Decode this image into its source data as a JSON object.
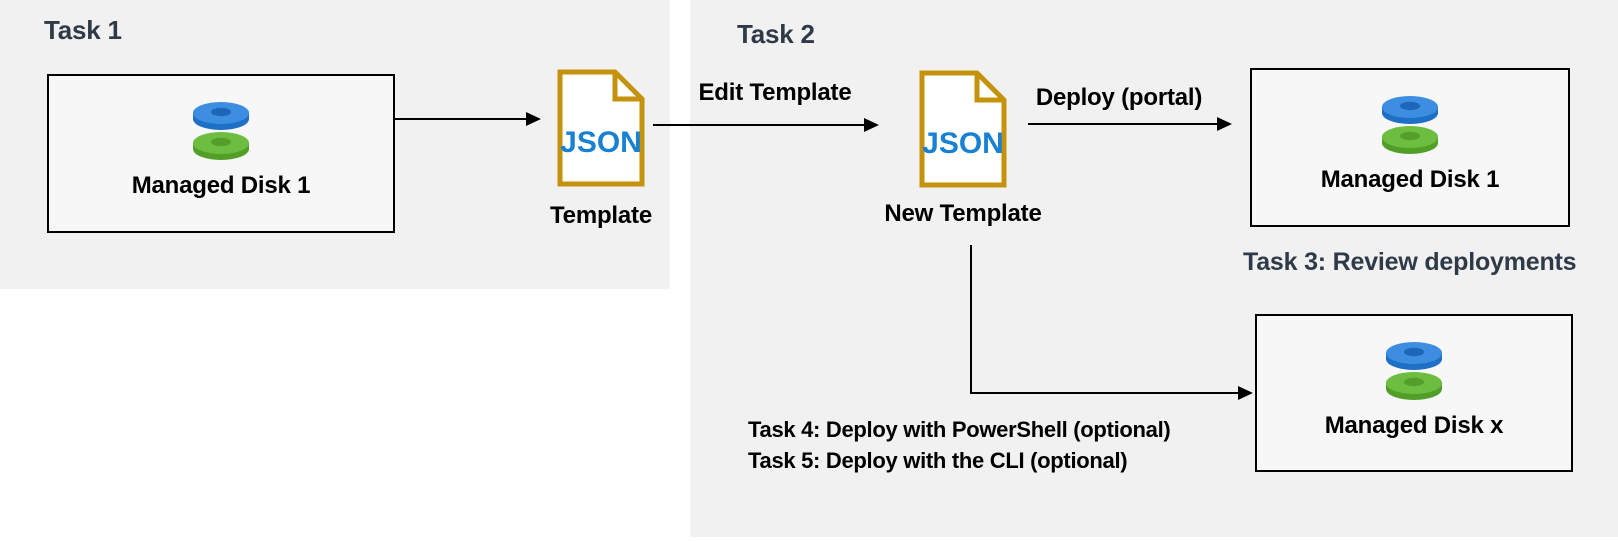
{
  "diagram": {
    "task1": {
      "heading": "Task 1",
      "source_disk_box": {
        "label": "Managed Disk 1"
      },
      "template_file": {
        "file_label": "JSON",
        "caption": "Template"
      }
    },
    "task2": {
      "heading": "Task 2",
      "edit_arrow_label": "Edit Template",
      "new_template_file": {
        "file_label": "JSON",
        "caption": "New Template"
      },
      "deploy_arrow_label": "Deploy (portal)",
      "deployed_disk_box": {
        "label": "Managed Disk 1"
      }
    },
    "task3": {
      "heading": "Task 3: Review deployments",
      "deployed_disk_box": {
        "label": "Managed Disk x"
      }
    },
    "task4": {
      "heading": "Task 4: Deploy with PowerShell (optional)"
    },
    "task5": {
      "heading": "Task 5: Deploy with the CLI (optional)"
    }
  },
  "colors": {
    "panel_background": "#f1f1f1",
    "page_background": "#ffffff",
    "box_fill": "#f7f7f7",
    "box_border": "#000000",
    "heading_text": "#2e3a47",
    "label_text": "#000000",
    "arrow": "#000000",
    "json_file_border": "#c5920b",
    "json_file_text": "#1981d4",
    "disk_blue_top": "#3d8ee0",
    "disk_blue_side": "#1e6fc6",
    "disk_blue_hole": "#1d66b8",
    "disk_green_top": "#6dbe40",
    "disk_green_side": "#529f27",
    "disk_green_hole": "#549e2a"
  }
}
